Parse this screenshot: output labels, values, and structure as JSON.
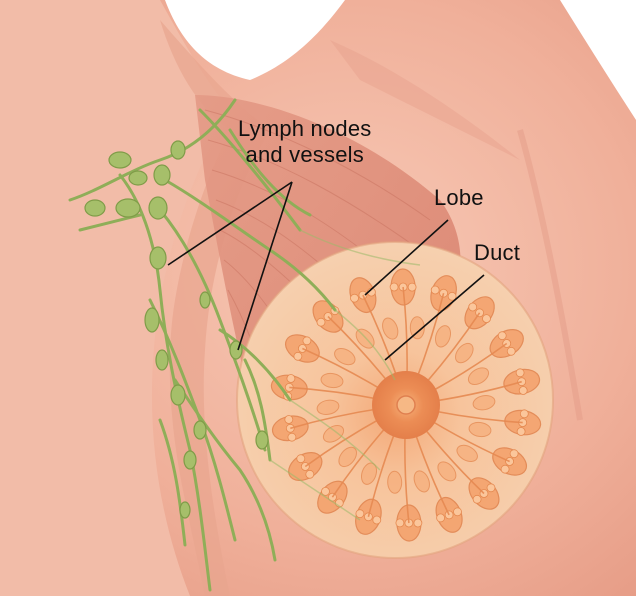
{
  "labels": {
    "lymph_line1": "Lymph nodes",
    "lymph_line2": "and vessels",
    "lobe": "Lobe",
    "duct": "Duct"
  },
  "colors": {
    "background": "#ffffff",
    "skin": "#f2b7a2",
    "skin_shadow": "#d98a74",
    "muscle": "#e0917d",
    "breast_tissue": "#f7c9a5",
    "lobe": "#f0985f",
    "nipple": "#ea8a55",
    "lymph": "#8fae58",
    "leader_line": "#111111",
    "label_text": "#111111"
  }
}
